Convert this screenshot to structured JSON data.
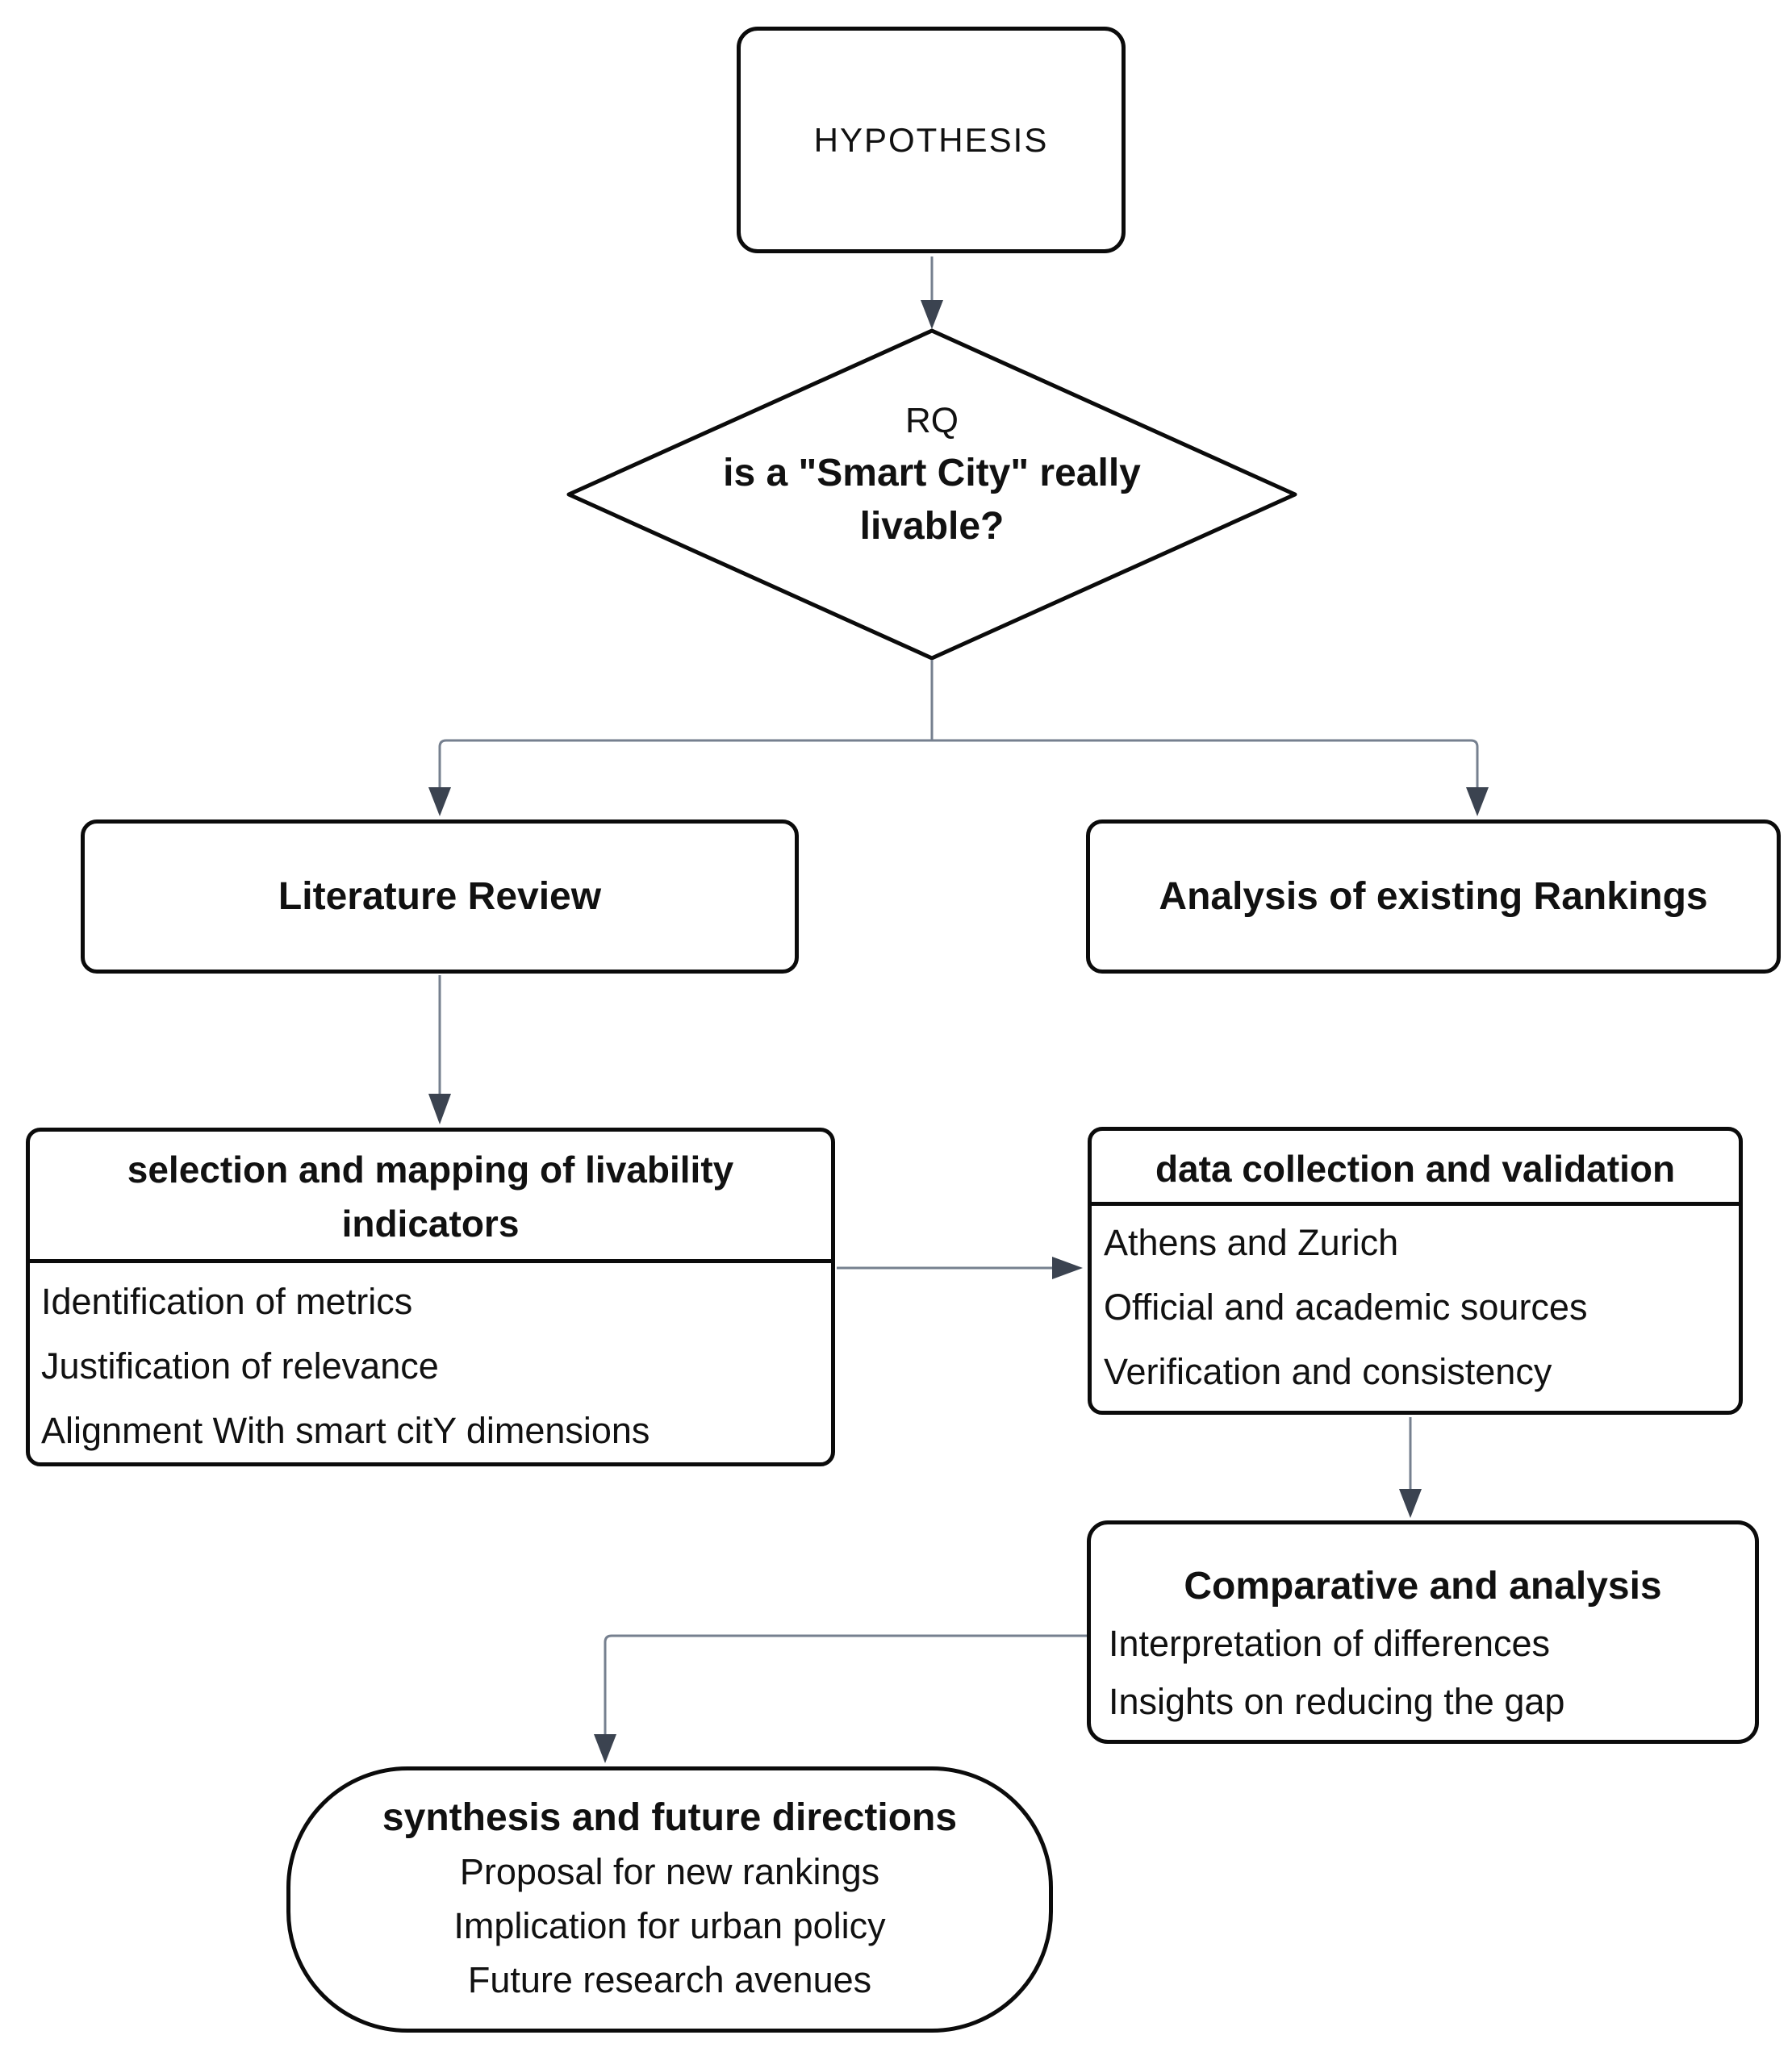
{
  "nodes": {
    "hypothesis": {
      "label": "HYPOTHESIS"
    },
    "research_question": {
      "tag": "RQ",
      "question_line1": "is a \"Smart City\" really",
      "question_line2": "livable?"
    },
    "literature_review": {
      "label": "Literature Review"
    },
    "rankings_analysis": {
      "label": "Analysis of existing Rankings"
    },
    "indicator_selection": {
      "title": "selection and mapping of livability indicators",
      "items": [
        "Identification of metrics",
        "Justification of relevance",
        "Alignment With smart citY dimensions"
      ]
    },
    "data_collection": {
      "title": "data collection and validation",
      "items": [
        "Athens and Zurich",
        "Official and academic sources",
        "Verification and consistency"
      ]
    },
    "comparative_analysis": {
      "title": "Comparative and analysis",
      "items": [
        "Interpretation of differences",
        "Insights on reducing the gap"
      ]
    },
    "synthesis": {
      "title": "synthesis and future directions",
      "items": [
        "Proposal for new rankings",
        "Implication for urban policy",
        "Future research avenues"
      ]
    }
  },
  "colors": {
    "node_border": "#0b0b0b",
    "text": "#111111",
    "connector_line": "#76808f",
    "arrowhead": "#3b4350",
    "background": "#ffffff"
  }
}
